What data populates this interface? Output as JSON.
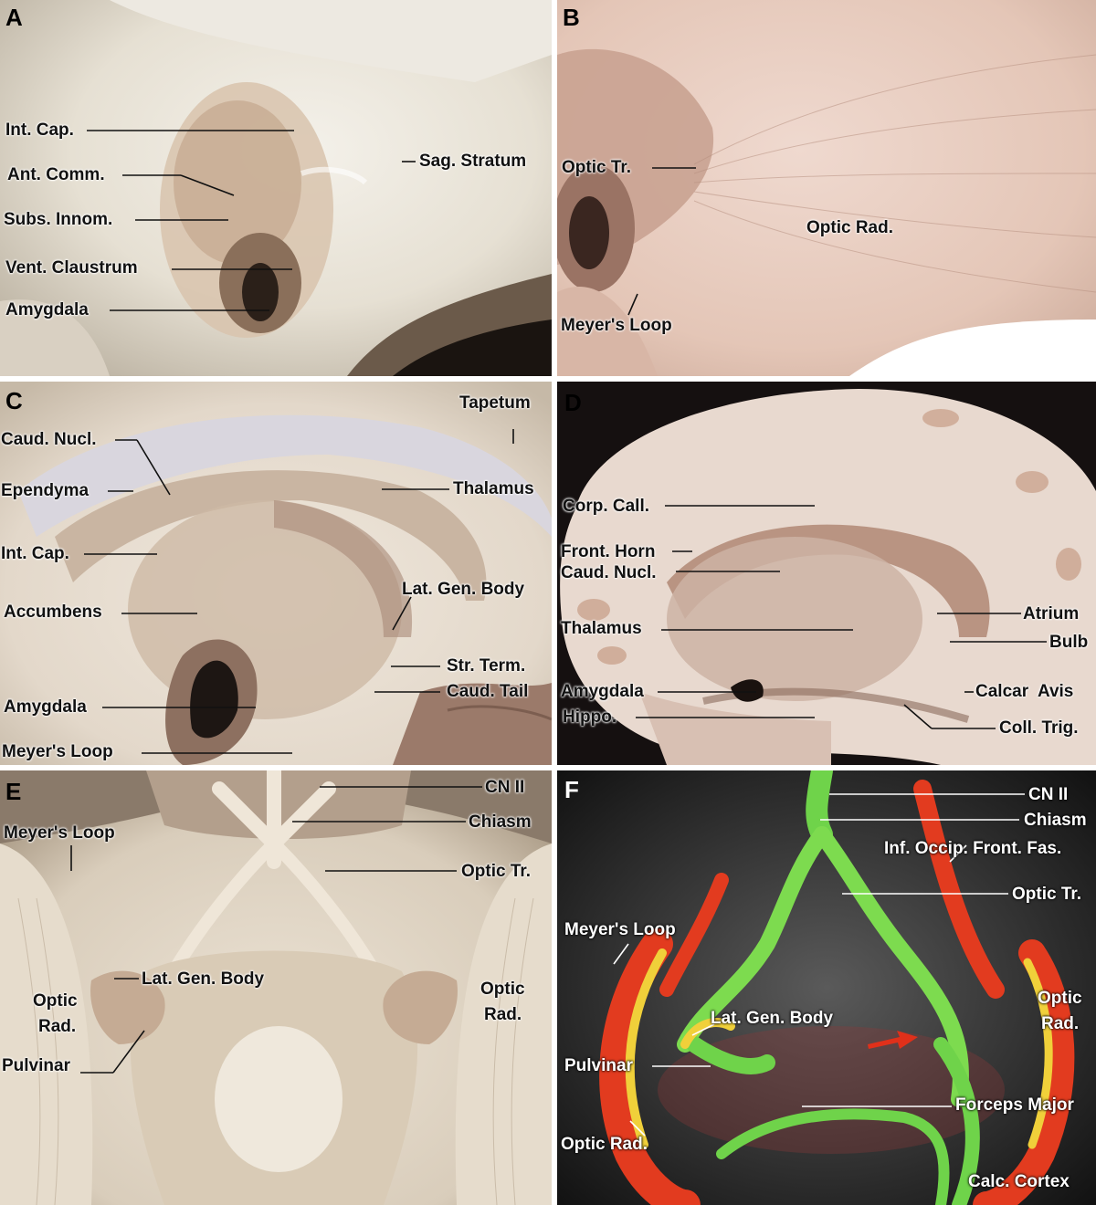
{
  "panels": {
    "A": {
      "letter": "A",
      "labels": {
        "int_cap": "Int. Cap.",
        "ant_comm": "Ant. Comm.",
        "sag_stratum": "Sag. Stratum",
        "subs_innom": "Subs. Innom.",
        "vent_claustrum": "Vent. Claustrum",
        "amygdala": "Amygdala"
      }
    },
    "B": {
      "letter": "B",
      "labels": {
        "optic_tr": "Optic Tr.",
        "optic_rad": "Optic Rad.",
        "meyers_loop": "Meyer's Loop"
      }
    },
    "C": {
      "letter": "C",
      "labels": {
        "tapetum": "Tapetum",
        "caud_nucl": "Caud. Nucl.",
        "ependyma": "Ependyma",
        "thalamus": "Thalamus",
        "int_cap": "Int. Cap.",
        "lat_gen_body": "Lat. Gen. Body",
        "accumbens": "Accumbens",
        "str_term": "Str. Term.",
        "caud_tail": "Caud. Tail",
        "amygdala": "Amygdala",
        "meyers_loop": "Meyer's Loop"
      }
    },
    "D": {
      "letter": "D",
      "labels": {
        "corp_call": "Corp. Call.",
        "front_horn": "Front. Horn",
        "caud_nucl": "Caud. Nucl.",
        "atrium": "Atrium",
        "thalamus": "Thalamus",
        "bulb": "Bulb",
        "amygdala": "Amygdala",
        "calcar_avis": "Calcar  Avis",
        "hippo": "Hippo.",
        "coll_trig": "Coll. Trig."
      }
    },
    "E": {
      "letter": "E",
      "labels": {
        "cn_ii": "CN II",
        "meyers_loop": "Meyer's Loop",
        "chiasm": "Chiasm",
        "optic_tr": "Optic Tr.",
        "lat_gen_body": "Lat. Gen. Body",
        "optic_rad_left_1": "Optic",
        "optic_rad_left_2": "Rad.",
        "optic_rad_right_1": "Optic",
        "optic_rad_right_2": "Rad.",
        "pulvinar": "Pulvinar"
      }
    },
    "F": {
      "letter": "F",
      "labels": {
        "cn_ii": "CN II",
        "chiasm": "Chiasm",
        "inf_occip_front_fas": "Inf. Occip. Front. Fas.",
        "optic_tr": "Optic Tr.",
        "meyers_loop": "Meyer's Loop",
        "optic_rad_right_1": "Optic",
        "optic_rad_right_2": "Rad.",
        "lat_gen_body": "Lat. Gen. Body",
        "pulvinar": "Pulvinar",
        "forceps_major": "Forceps Major",
        "optic_rad_left": "Optic Rad.",
        "calc_cortex": "Calc. Cortex"
      }
    }
  }
}
